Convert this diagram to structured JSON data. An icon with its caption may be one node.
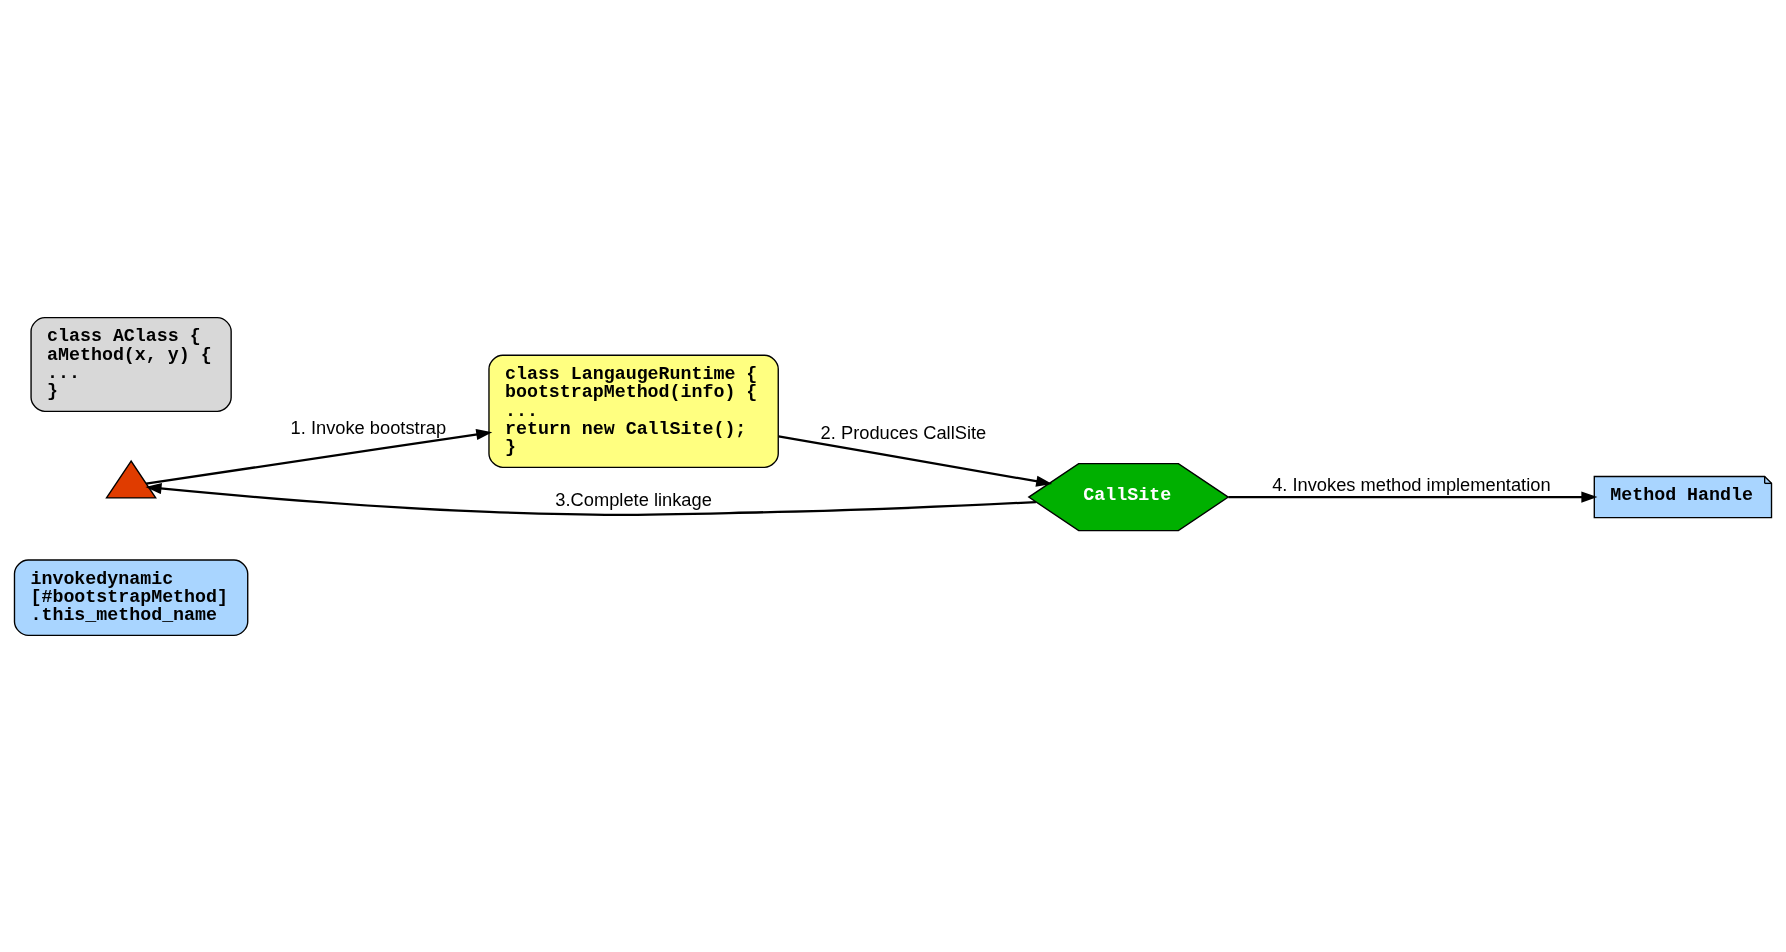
{
  "diagram": {
    "nodes": [
      {
        "text": [
          "invokedynamic",
          "[#bootstrapMethod]",
          ".this_method_name"
        ]
      },
      {
        "text": [],
        "shape": "triangle"
      },
      {
        "text": [
          "class LangaugeRuntime {",
          "bootstrapMethod(info) {",
          "...",
          "return new CallSite();",
          "}"
        ]
      },
      {
        "text": [
          "CallSite"
        ]
      },
      {
        "text": [
          "Method Handle"
        ]
      },
      {
        "text": [
          "class AClass {",
          "aMethod(x, y) {",
          "...",
          "}"
        ]
      }
    ],
    "edges": [
      {
        "from": 1,
        "to": 2,
        "arrow": "to",
        "label": "1. Invoke bootstrap"
      },
      {
        "from": 2,
        "to": 3,
        "arrow": "to",
        "label": "2. Produces CallSite"
      },
      {
        "from": 3,
        "to": 1,
        "arrow": "to",
        "label": "3.Complete linkage"
      },
      {
        "from": 3,
        "to": 4,
        "arrow": "to",
        "label": "4. Invokes method implementation"
      }
    ]
  }
}
